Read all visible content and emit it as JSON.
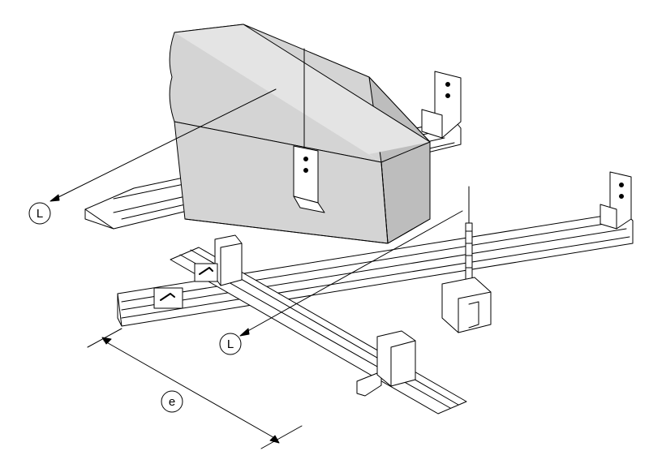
{
  "diagram": {
    "labels": {
      "spacing_left": "L",
      "spacing_right": "L",
      "channel_spacing": "e"
    },
    "colors": {
      "line": "#000000",
      "duct_front": "#d4d4d4",
      "duct_top": "#e4e4e4",
      "duct_side": "#bdbdbd",
      "channel": "#ffffff",
      "background": "#ffffff"
    }
  }
}
